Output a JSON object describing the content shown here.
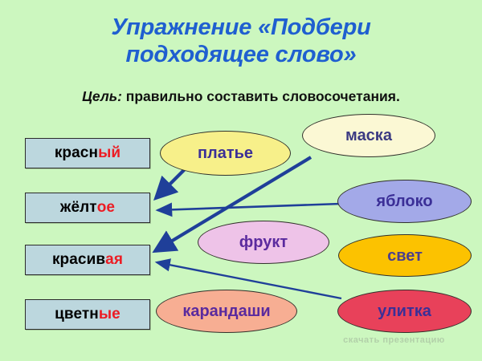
{
  "slide": {
    "background_color": "#ccf7bf",
    "title": "Упражнение «Подбери подходящее слово»",
    "title_line_1": "Упражнение «Подбери",
    "title_line_2": "подходящее слово»",
    "title_color": "#1f5fd0",
    "goal_lead": "Цель:",
    "goal_text": " правильно составить словосочетания.",
    "watermark": "скачать презентацию"
  },
  "adjectives": [
    {
      "id": "krasnyy",
      "full": "красный",
      "stem": "красн",
      "ending": "ый",
      "box_color": "#bcd7de",
      "ending_color": "#ec1c24",
      "has_arrow": false
    },
    {
      "id": "zheltoe",
      "full": "жёлтое",
      "stem": "жёлт",
      "ending": "ое",
      "box_color": "#bcd7de",
      "ending_color": "#ec1c24",
      "has_arrow": true
    },
    {
      "id": "krasivaya",
      "full": "красивая",
      "stem": "красив",
      "ending": "ая",
      "box_color": "#bcd7de",
      "ending_color": "#ec1c24",
      "has_arrow": true
    },
    {
      "id": "cvetnye",
      "full": "цветные",
      "stem": "цветн",
      "ending": "ые",
      "box_color": "#bcd7de",
      "ending_color": "#ec1c24",
      "has_arrow": false
    }
  ],
  "nouns": [
    {
      "id": "plate",
      "label": "платье",
      "fill": "#f7f08a",
      "text_color": "#3b2f97"
    },
    {
      "id": "maska",
      "label": "маска",
      "fill": "#fbf8d4",
      "text_color": "#3b3a82"
    },
    {
      "id": "yabloko",
      "label": "яблоко",
      "fill": "#a3a9e8",
      "text_color": "#3b2f97"
    },
    {
      "id": "frukt",
      "label": "фрукт",
      "fill": "#eec3e8",
      "text_color": "#5a2a9e"
    },
    {
      "id": "svet",
      "label": "свет",
      "fill": "#fcc200",
      "text_color": "#4c3f8e"
    },
    {
      "id": "karandashi",
      "label": "карандаши",
      "fill": "#f7ae93",
      "text_color": "#5a2a9e"
    },
    {
      "id": "ulitka",
      "label": "улитка",
      "fill": "#e8415a",
      "text_color": "#3b2f97"
    }
  ],
  "connections": [
    {
      "from": "плать е",
      "source": "платье",
      "target": "жёлтое",
      "style": "thick"
    },
    {
      "source": "яблоко",
      "target": "жёлтое",
      "style": "thin"
    },
    {
      "source": "маска",
      "target": "красивая",
      "style": "thick"
    },
    {
      "source": "улитка",
      "target": "красивая",
      "style": "thin"
    }
  ],
  "connector_color": "#1f3f99"
}
